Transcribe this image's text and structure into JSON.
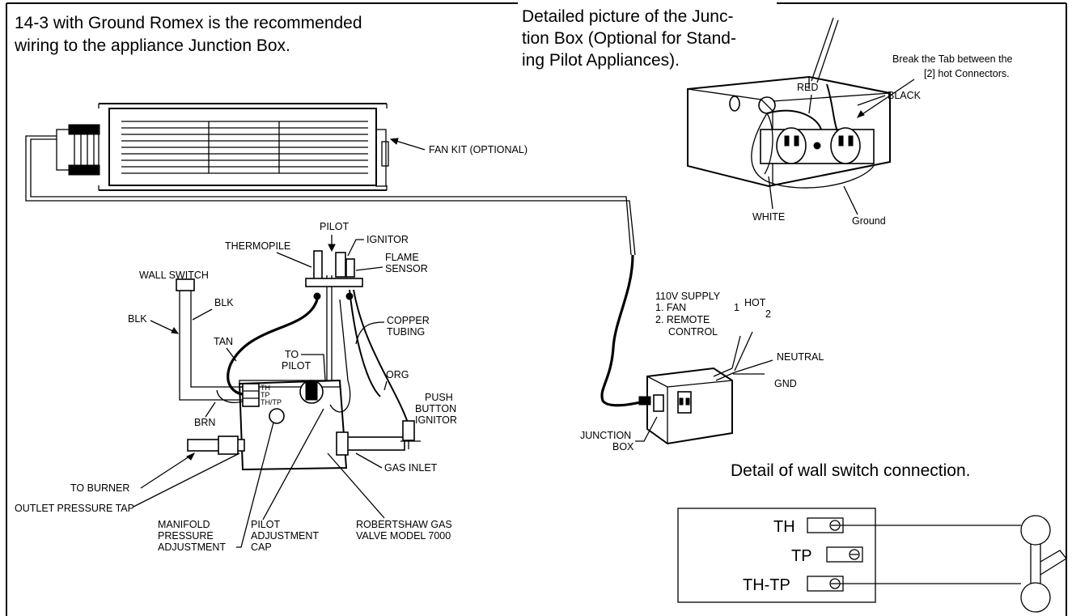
{
  "intro": {
    "line1": "14-3 with Ground Romex is the recommended",
    "line2": "wiring to the appliance Junction Box."
  },
  "jbox_caption": {
    "line1": "Detailed picture of the Junc-",
    "line2": "tion Box (Optional for Stand-",
    "line3": "ing Pilot Appliances)."
  },
  "jbox_detail": {
    "tab_note_line1": "Break the Tab between the",
    "tab_note_line2": "[2] hot Connectors.",
    "red": "RED",
    "black": "BLACK",
    "white": "WHITE",
    "ground": "Ground"
  },
  "fan": {
    "label": "FAN KIT (OPTIONAL)"
  },
  "valve": {
    "pilot": "PILOT",
    "ignitor": "IGNITOR",
    "thermopile": "THERMOPILE",
    "flame1": "FLAME",
    "flame2": "SENSOR",
    "wall_switch": "WALL SWITCH",
    "blk_left": "BLK",
    "blk_right": "BLK",
    "tan": "TAN",
    "copper1": "COPPER",
    "copper2": "TUBING",
    "to_pilot1": "TO",
    "to_pilot2": "PILOT",
    "org": "ORG",
    "push1": "PUSH",
    "push2": "BUTTON",
    "push3": "IGNITOR",
    "brn": "BRN",
    "term_th": "TH",
    "term_tp": "TP",
    "term_thtp": "TH/TP",
    "to_burner": "TO BURNER",
    "gas_inlet": "GAS INLET",
    "outlet_tap": "OUTLET PRESSURE TAP",
    "manifold1": "MANIFOLD",
    "manifold2": "PRESSURE",
    "manifold3": "ADJUSTMENT",
    "pilotadj1": "PILOT",
    "pilotadj2": "ADJUSTMENT",
    "pilotadj3": "CAP",
    "robertshaw1": "ROBERTSHAW GAS",
    "robertshaw2": "VALVE MODEL 7000"
  },
  "supply": {
    "line1": "110V SUPPLY",
    "line2": "1. FAN",
    "line3": "2. REMOTE",
    "line4": "CONTROL",
    "one": "1",
    "hot": "HOT",
    "two": "2",
    "neutral": "NEUTRAL",
    "gnd": "GND",
    "jb1": "JUNCTION",
    "jb2": "BOX"
  },
  "wall_switch_detail": {
    "caption": "Detail of wall switch connection.",
    "terminals": [
      "TH",
      "TP",
      "TH-TP"
    ]
  }
}
